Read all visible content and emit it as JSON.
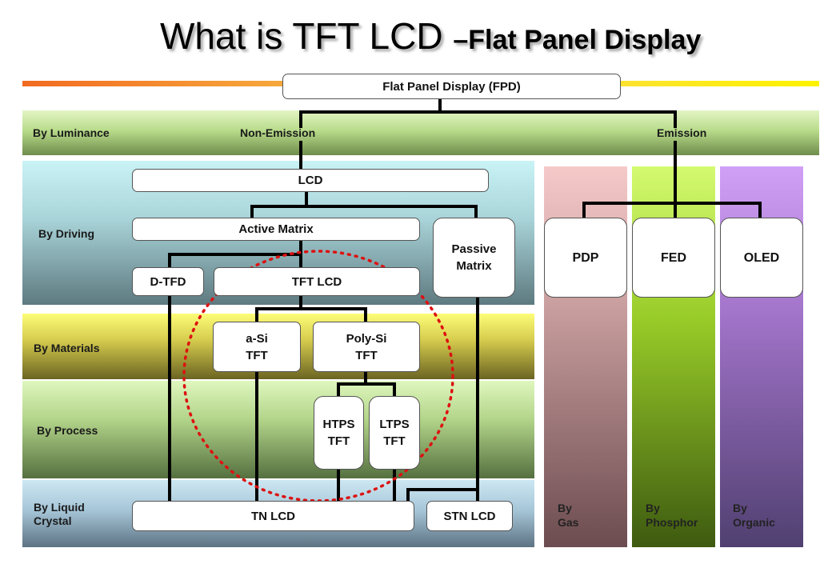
{
  "title": {
    "main": "What is TFT LCD ",
    "sub": "–Flat Panel Display"
  },
  "rows": {
    "luminance": "By Luminance",
    "driving": "By Driving",
    "materials": "By Materials",
    "process": "By Process",
    "liquid_crystal": "By Liquid\nCrystal"
  },
  "luminance_types": {
    "non_emission": "Non-Emission",
    "emission": "Emission"
  },
  "nodes": {
    "fpd": "Flat Panel Display (FPD)",
    "lcd": "LCD",
    "active_matrix": "Active Matrix",
    "passive_matrix": "Passive\nMatrix",
    "d_tfd": "D-TFD",
    "tft_lcd": "TFT LCD",
    "a_si": "a-Si\nTFT",
    "poly_si": "Poly-Si\nTFT",
    "htps": "HTPS\nTFT",
    "ltps": "LTPS\nTFT",
    "tn_lcd": "TN LCD",
    "stn_lcd": "STN LCD",
    "pdp": "PDP",
    "fed": "FED",
    "oled": "OLED"
  },
  "emission_columns": {
    "gas": "By\nGas",
    "phosphor": "By\nPhosphor",
    "organic": "By\nOrganic"
  },
  "colors": {
    "highlight_circle": "#dd1111",
    "connector": "#000000"
  }
}
